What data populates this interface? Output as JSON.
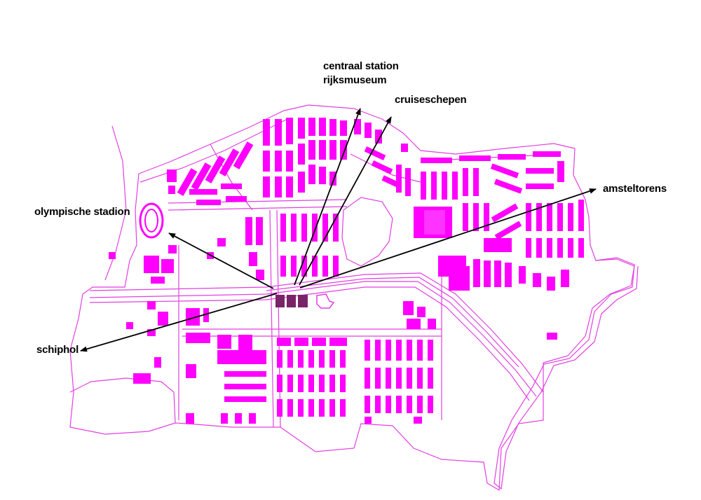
{
  "labels": {
    "centraal_station": "centraal station",
    "rijksmuseum": "rijksmuseum",
    "cruiseschepen": "cruiseschepen",
    "amsteltorens": "amsteltorens",
    "olympische_stadion": "olympische stadion",
    "schiphol": "schiphol"
  },
  "colors": {
    "outline": "#e23fe2",
    "building": "#ff00ff",
    "highlight": "#7a2468",
    "arrow": "#000000",
    "background": "#ffffff"
  }
}
